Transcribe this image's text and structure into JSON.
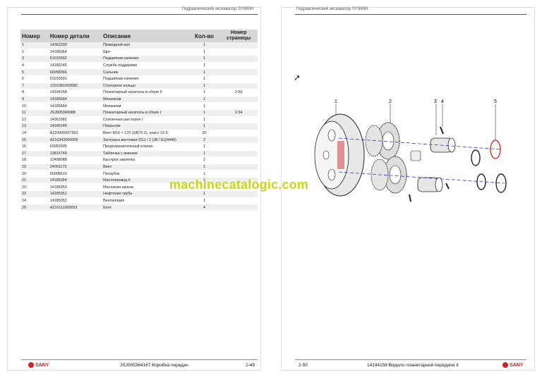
{
  "left_page": {
    "header_title": "Гидравлический экскаватор SY980H",
    "columns": [
      "Номер",
      "Номер детали",
      "Описание",
      "Кол-во",
      "Номер страницы"
    ],
    "rows": [
      {
        "num": "1",
        "part": "14362299",
        "desc": "Приводной вал",
        "qty": "1",
        "page": ""
      },
      {
        "num": "2",
        "part": "14185364",
        "desc": "Щит",
        "qty": "1",
        "page": ""
      },
      {
        "num": "3",
        "part": "61015592",
        "desc": "Подшипник качения",
        "qty": "1",
        "page": ""
      },
      {
        "num": "4",
        "part": "14185245",
        "desc": "Служба поддержки",
        "qty": "1",
        "page": ""
      },
      {
        "num": "5",
        "part": "60058366",
        "desc": "Сальник",
        "qty": "1",
        "page": ""
      },
      {
        "num": "6",
        "part": "61015591",
        "desc": "Подшипник качения",
        "qty": "1",
        "page": ""
      },
      {
        "num": "7",
        "part": "120108030058C",
        "desc": "Стопорное кольцо",
        "qty": "1",
        "page": ""
      },
      {
        "num": "8",
        "part": "14194158",
        "desc": "Планетарный носитель в сборе II",
        "qty": "1",
        "page": "2-50"
      },
      {
        "num": "9",
        "part": "14185664",
        "desc": "Механизм",
        "qty": "1",
        "page": ""
      },
      {
        "num": "10",
        "part": "14185664",
        "desc": "Механизм",
        "qty": "1",
        "page": ""
      },
      {
        "num": "11",
        "part": "JSJ005349088",
        "desc": "Планетарный носитель в сборе I",
        "qty": "1",
        "page": "2-54"
      },
      {
        "num": "12",
        "part": "14361982",
        "desc": "Солнечная шестерня  I",
        "qty": "1",
        "page": ""
      },
      {
        "num": "13",
        "part": "14185246",
        "desc": "Покрытие",
        "qty": "1",
        "page": ""
      },
      {
        "num": "14",
        "part": "A229900007362",
        "desc": "Винт M16 × 170 (GB70.1), класс 10.9",
        "qty": "20",
        "page": ""
      },
      {
        "num": "15",
        "part": "A210342000009",
        "desc": "Заглушка винтовая-ZG1 / 2 (JB / EQ4446)",
        "qty": "2",
        "page": ""
      },
      {
        "num": "16",
        "part": "60052005",
        "desc": "Предохранительный клапан",
        "qty": "1",
        "page": ""
      },
      {
        "num": "17",
        "part": "13815749",
        "desc": "Табличка с именем",
        "qty": "1",
        "page": ""
      },
      {
        "num": "18",
        "part": "12498088",
        "desc": "Быстрая заклепка",
        "qty": "2",
        "page": ""
      },
      {
        "num": "19",
        "part": "24001173",
        "desc": "Винт",
        "qty": "1",
        "page": ""
      },
      {
        "num": "20",
        "part": "60008610",
        "desc": "Патрубок",
        "qty": "1",
        "page": ""
      },
      {
        "num": "21",
        "part": "14185354",
        "desc": "Маслопровод  II",
        "qty": "1",
        "page": ""
      },
      {
        "num": "22",
        "part": "14185353",
        "desc": "Масляная шкала",
        "qty": "1",
        "page": ""
      },
      {
        "num": "23",
        "part": "14185351",
        "desc": "Нефтяная труба",
        "qty": "1",
        "page": ""
      },
      {
        "num": "24",
        "part": "14185352",
        "desc": "Вентиляция",
        "qty": "1",
        "page": ""
      },
      {
        "num": "25",
        "part": "A210111000053",
        "desc": "Болт",
        "qty": "4",
        "page": ""
      }
    ],
    "footer_brand": "SANY",
    "footer_doc": "JSJ005364167 Коробка передач",
    "footer_page": "2-49"
  },
  "right_page": {
    "header_title": "Гидравлический экскаватор SY980H",
    "callouts": [
      "1",
      "2",
      "3",
      "4",
      "5"
    ],
    "footer_page": "2-50",
    "footer_doc": "14194158 Водило планетарной передачи II",
    "footer_brand": "SANY"
  },
  "watermark": "machinecatalogic.com",
  "colors": {
    "brand_red": "#d32020",
    "header_gray": "#d6d6d6",
    "row_stripe": "#efefef",
    "part_blue": "#2a36c8",
    "watermark": "#c8d619"
  }
}
